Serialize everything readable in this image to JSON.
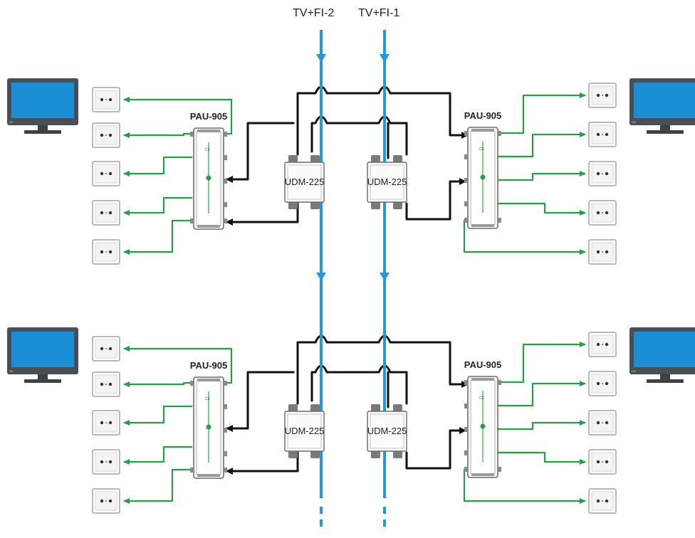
{
  "trunks": [
    {
      "label": "TV+FI-2",
      "color": "#1e9be0"
    },
    {
      "label": "TV+FI-1",
      "color": "#1e9be0"
    }
  ],
  "blocks": [
    {
      "amp_left_label": "PAU-905",
      "amp_right_label": "PAU-905",
      "switch_left_label": "UDM-225",
      "switch_right_label": "UDM-225"
    },
    {
      "amp_left_label": "PAU-905",
      "amp_right_label": "PAU-905",
      "switch_left_label": "UDM-225",
      "switch_right_label": "UDM-225"
    }
  ],
  "colors": {
    "feed_line": "#1e9be0",
    "black_cable": "#111111",
    "green_cable": "#22a045",
    "tv_screen": "#1a8fd6",
    "tv_frame": "#4a4f55"
  },
  "icons": {
    "socket": "socket-icon",
    "tv": "tv-icon"
  }
}
